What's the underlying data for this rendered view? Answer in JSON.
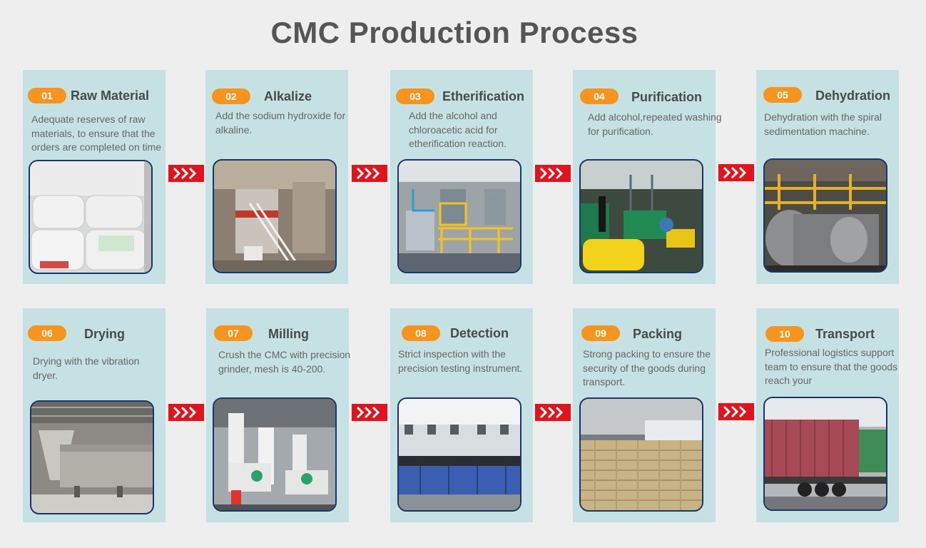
{
  "title": "CMC Production Process",
  "steps": [
    {
      "num": "01",
      "name": "Raw Material",
      "desc": "Adequate reserves of raw materials, to ensure that the orders are completed on time",
      "photo": "bags-photo"
    },
    {
      "num": "02",
      "name": "Alkalize",
      "desc": "Add the sodium hydroxide for alkaline.",
      "photo": "alkalize-tanks-photo"
    },
    {
      "num": "03",
      "name": "Etherification",
      "desc": "Add the alcohol and chloroacetic acid for etherification reaction.",
      "photo": "reactor-photo"
    },
    {
      "num": "04",
      "name": "Purification",
      "desc": "Add alcohol,repeated washing for purification.",
      "photo": "washing-machine-photo"
    },
    {
      "num": "05",
      "name": "Dehydration",
      "desc": "Dehydration with the spiral sedimentation machine.",
      "photo": "centrifuge-photo"
    },
    {
      "num": "06",
      "name": "Drying",
      "desc": "Drying with the vibration dryer.",
      "photo": "dryer-photo"
    },
    {
      "num": "07",
      "name": "Milling",
      "desc": "Crush the CMC with precision grinder, mesh is 40-200.",
      "photo": "grinder-photo"
    },
    {
      "num": "08",
      "name": "Detection",
      "desc": "Strict inspection with the precision testing instrument.",
      "photo": "lab-photo"
    },
    {
      "num": "09",
      "name": "Packing",
      "desc": "Strong packing to ensure the security of the goods during transport.",
      "photo": "warehouse-photo"
    },
    {
      "num": "10",
      "name": "Transport",
      "desc": "Professional logistics support team to ensure that the goods reach your",
      "photo": "container-truck-photo"
    }
  ],
  "colors": {
    "background": "#eeeeee",
    "card": "#c6e1e3",
    "badge": "#f7941d",
    "arrow": "#e1141e",
    "photo_border": "#1c3466",
    "title": "#555555"
  },
  "icons": {
    "arrow": "triple-chevron-right-icon"
  }
}
